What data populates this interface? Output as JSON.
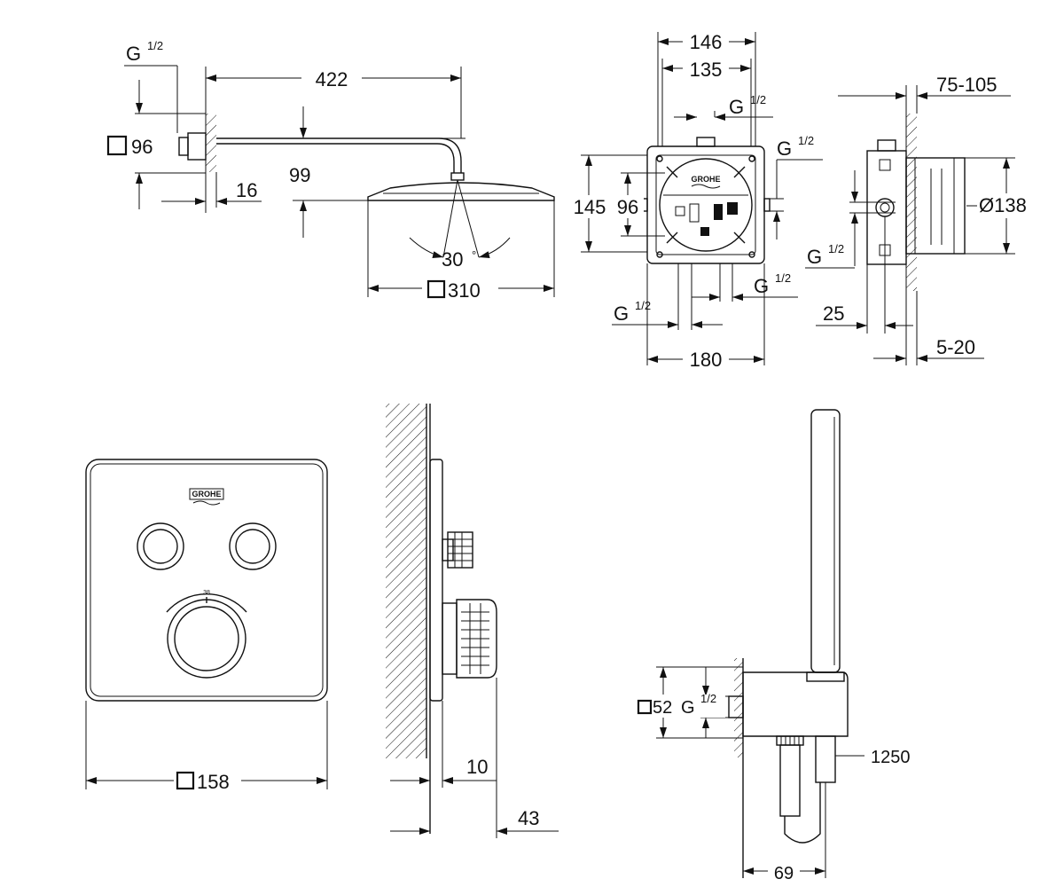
{
  "shower_head_view": {
    "dim_thread": "G",
    "dim_thread_frac": "1/2",
    "dim_square": "96",
    "dim_length": "422",
    "dim_drop": "99",
    "dim_wall": "16",
    "dim_angle": "30",
    "dim_angle_unit": "°",
    "dim_head": "310"
  },
  "mixer_body_front": {
    "dim_width_outer": "146",
    "dim_width_inner": "135",
    "dim_top_thread": "G",
    "dim_top_thread_frac": "1/2",
    "dim_right_thread": "G",
    "dim_right_thread_frac": "1/2",
    "dim_height": "145",
    "dim_inner_height": "96",
    "dim_bottom_right_thread": "G",
    "dim_bottom_right_thread_frac": "1/2",
    "dim_bottom_left_thread": "G",
    "dim_bottom_left_thread_frac": "1/2",
    "dim_base": "180",
    "logo": "GROHE"
  },
  "mixer_body_side": {
    "dim_depth": "75-105",
    "dim_diameter": "Ø138",
    "dim_thread": "G",
    "dim_thread_frac": "1/2",
    "dim_offset": "25",
    "dim_cover": "5-20"
  },
  "trim_plate": {
    "logo": "GROHE",
    "temp_mark": "38",
    "dim_square": "158"
  },
  "trim_side": {
    "dim_plate": "10",
    "dim_projection": "43"
  },
  "hand_shower": {
    "dim_square": "52",
    "dim_thread": "G",
    "dim_thread_frac": "1/2",
    "dim_hose": "1250",
    "dim_spacing": "69"
  }
}
